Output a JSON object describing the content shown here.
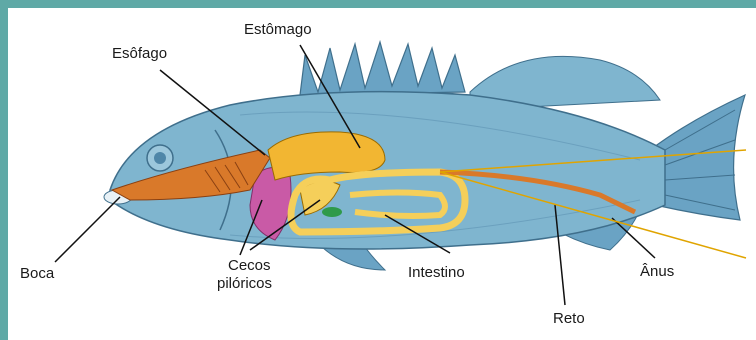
{
  "labels": {
    "estomago": "Estômago",
    "esofago": "Esôfago",
    "boca": "Boca",
    "cecos_1": "Cecos",
    "cecos_2": "pilóricos",
    "intestino": "Intestino",
    "reto": "Reto",
    "anus": "Ânus"
  },
  "colors": {
    "border": "#5fa9a6",
    "fish_body": "#7fb5cf",
    "fish_dark": "#4f86a8",
    "fin": "#6aa3c4",
    "esophagus": "#d9792a",
    "stomach": "#f2b632",
    "intestine": "#f5cf5a",
    "liver": "#c95aa6",
    "leader_lines": "#e0a400"
  }
}
